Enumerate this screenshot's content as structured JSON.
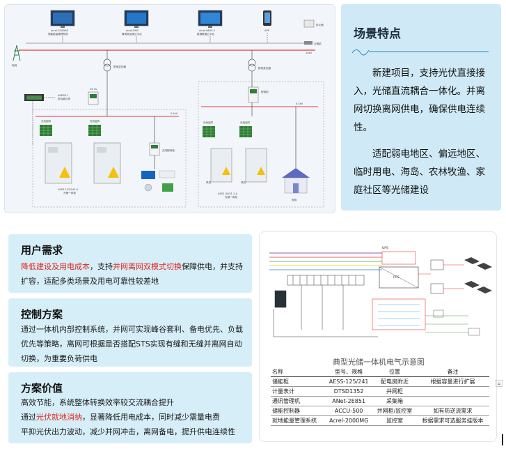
{
  "diagram": {
    "monitors": [
      {
        "line1": "Acrel-2000MG",
        "line2": "储能能量管理系统"
      },
      {
        "line1": "Acrel-EMS",
        "line2": "微电网运维云平台"
      },
      {
        "line1": "Acrel-6800.0",
        "line2": "能源数据云平台"
      }
    ],
    "app_label": "APP",
    "firewall_label": "防火墙",
    "switch_label": "交换机",
    "bus_label": "10kV",
    "grid_label": "电网",
    "transformer_left": "配电变压器",
    "transformer_right": "配电变压器",
    "meter_left": "APM521\n多功能仪表",
    "meter_right": "配电柜",
    "bus_04_left": "0.4kV",
    "bus_04_right": "0.4kV",
    "pv_labels": [
      "光伏组件",
      "光伏组件",
      "光伏组件",
      "光伏组件"
    ],
    "wind_labels": [
      "风机",
      "风机"
    ],
    "load_label": "交流配电柜",
    "unit_left": "AESS-125/241-A\n光储一体柜",
    "unit_right": "AESS-30/51.2-A\n光储一体柜",
    "house_label": "负载",
    "ce_mark": "CE UL"
  },
  "scene": {
    "title": "场景特点",
    "para1": "新建项目，支持光伏直接接入，光储直流耦合一体化。并离网切换离网供电，确保供电连续性。",
    "para2": "适配弱电地区、偏远地区、临时用电、海岛、农林牧渔、家庭社区等光储建设"
  },
  "cards": {
    "need": {
      "title": "用户需求",
      "red": "降低建设及用电成本",
      "mid": "，支持",
      "red2": "并网离网双模式切换",
      "rest": "保障供电，并支持扩容，适配多类场景及用电可靠性较差地"
    },
    "control": {
      "title": "控制方案",
      "body": "通过一体机内部控制系统，并网可实现峰谷套利、备电优先、负载优先等策略，离网可根据是否搭配STS实现有缝和无缝并离网自动切换，为重要负荷供电"
    },
    "value": {
      "title": "方案价值",
      "line1": "高效节能，系统整体转换效率较交流耦合提升",
      "line2_pre": "通过",
      "line2_red": "光伏就地消纳",
      "line2_post": "，显著降低用电成本，同时减少需量电费",
      "line3": "平抑光伏出力波动，减少并网冲击，离网备电，提升供电连续性"
    }
  },
  "schema": {
    "caption": "典型光储一体机电气示意图",
    "headers": [
      "名称",
      "型号、规格",
      "位置",
      "备注"
    ],
    "rows": [
      [
        "储能柜",
        "AESS-125/241",
        "配电房附近",
        "根据容量进行扩展"
      ],
      [
        "计量表计",
        "DTSD1352",
        "并网柜",
        ""
      ],
      [
        "通讯管理机",
        "ANet-2E851",
        "采集箱",
        ""
      ],
      [
        "储能控制器",
        "ACCU-500",
        "并网柜/监控室",
        "如有防逆流需求"
      ],
      [
        "就地能量管理系统",
        "Acrel-2000MG",
        "监控室",
        "根据需求可选服务挂版本"
      ]
    ],
    "ups_label": "UPS",
    "pcs_label": "PCS"
  },
  "side_icon": "⌗"
}
